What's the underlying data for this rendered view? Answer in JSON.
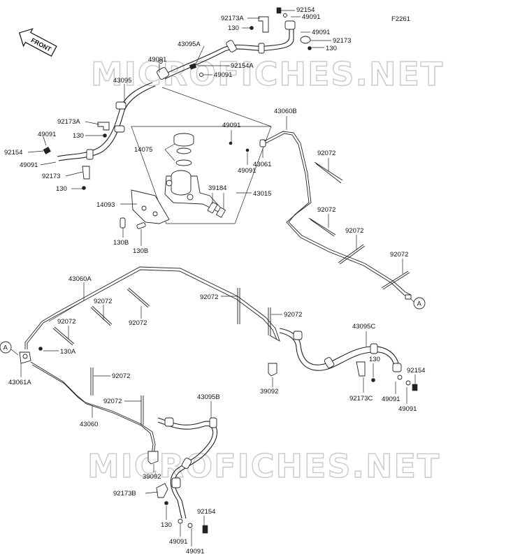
{
  "diagram_id": "F2261",
  "front_label": "FRONT",
  "watermark": "MICROFICHES.NET",
  "connector_label": "A",
  "callouts": {
    "p92173A_top": "92173A",
    "p130_top": "130",
    "p92154_top": "92154",
    "p49091_top1": "49091",
    "p49091_top2": "49091",
    "p92173_top": "92173",
    "p130_top2": "130",
    "p43095A": "43095A",
    "p49091_a": "49091",
    "p92154A": "92154A",
    "p49091_b": "49091",
    "p43095": "43095",
    "p92173A_left": "92173A",
    "p130_left": "130",
    "p49091_left1": "49091",
    "p92154_left": "92154",
    "p49091_left2": "49091",
    "p92173_left": "92173",
    "p130_left2": "130",
    "p49091_mc": "49091",
    "p14075": "14075",
    "p49091_mc2": "49091",
    "p43061": "43061",
    "p39184": "39184",
    "p43015": "43015",
    "p14093": "14093",
    "p130B_1": "130B",
    "p130B_2": "130B",
    "p43060B": "43060B",
    "p92072_r1": "92072",
    "p92072_r2": "92072",
    "p92072_r3": "92072",
    "p92072_r4": "92072",
    "p43060A": "43060A",
    "p92072_l1": "92072",
    "p92072_l2": "92072",
    "p92072_l3": "92072",
    "p92072_m1": "92072",
    "p92072_m2": "92072",
    "p130A": "130A",
    "p43061A": "43061A",
    "p92072_b1": "92072",
    "p92072_b2": "92072",
    "p43060": "43060",
    "p39092_a": "39092",
    "p43095C": "43095C",
    "p130_c": "130",
    "p92154_c": "92154",
    "p92173C": "92173C",
    "p49091_c1": "49091",
    "p49091_c2": "49091",
    "p43095B": "43095B",
    "p39092_b": "39092",
    "p92173B": "92173B",
    "p130_b": "130",
    "p92154_b": "92154",
    "p49091_b1": "49091",
    "p49091_b2": "49091"
  }
}
